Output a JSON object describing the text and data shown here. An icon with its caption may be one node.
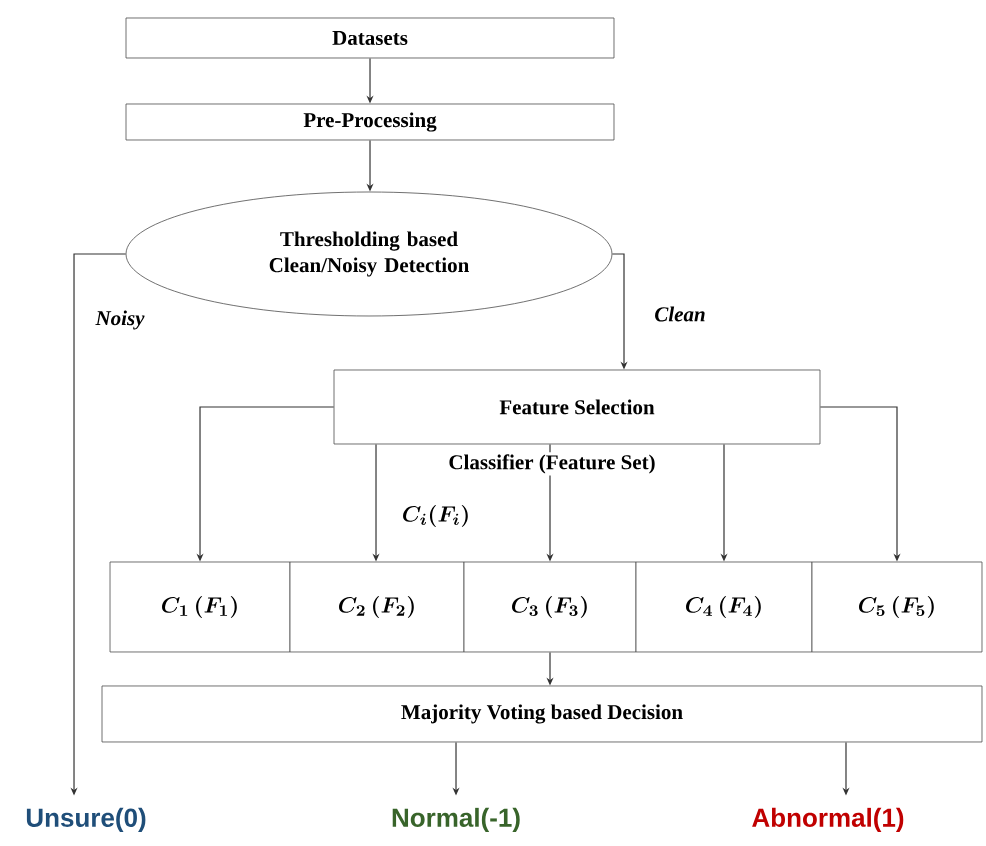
{
  "diagram": {
    "nodes": [
      {
        "text": [
          "Datasets"
        ]
      },
      {
        "text": [
          "Pre-Processing"
        ]
      },
      {
        "text": [
          "Thresholding based Clean/Noisy Detection"
        ]
      },
      {
        "text": [
          "Feature Selection"
        ]
      },
      {
        "text": [
          "\\boldsymbol{C_1\\,(F_1)}"
        ]
      },
      {
        "text": [
          "\\boldsymbol{C_2\\,(F_2)}"
        ]
      },
      {
        "text": [
          "\\boldsymbol{C_3\\,(F_3)}"
        ]
      },
      {
        "text": [
          "\\boldsymbol{C_4\\,(F_4)}"
        ]
      },
      {
        "text": [
          "\\boldsymbol{C_5\\,(F_5)}"
        ]
      },
      {
        "text": [
          "Majority Voting based Decision"
        ]
      },
      {
        "text": [
          "Unsure(0)"
        ]
      },
      {
        "text": [
          "Normal(-1)"
        ]
      },
      {
        "text": [
          "Abnormal(1)"
        ]
      }
    ],
    "edges": [
      {
        "from": 0,
        "to": 1,
        "arrow": "to"
      },
      {
        "from": 1,
        "to": 2,
        "arrow": "to"
      },
      {
        "from": 2,
        "to": 10,
        "arrow": "to",
        "label": "Noisy"
      },
      {
        "from": 2,
        "to": 3,
        "arrow": "to",
        "label": "Clean"
      },
      {
        "from": 3,
        "to": 4,
        "arrow": "to"
      },
      {
        "from": 3,
        "to": 5,
        "arrow": "to"
      },
      {
        "from": 3,
        "to": 6,
        "arrow": "to",
        "label": "Classifier (Feature Set)"
      },
      {
        "from": 3,
        "to": 7,
        "arrow": "to"
      },
      {
        "from": 3,
        "to": 8,
        "arrow": "to"
      },
      {
        "from": 6,
        "to": 9,
        "arrow": "to"
      },
      {
        "from": 9,
        "to": 11,
        "arrow": "to"
      },
      {
        "from": 9,
        "to": 12,
        "arrow": "to"
      }
    ],
    "labels": [
      "\\boldsymbol{C_i(F_i)}"
    ]
  }
}
